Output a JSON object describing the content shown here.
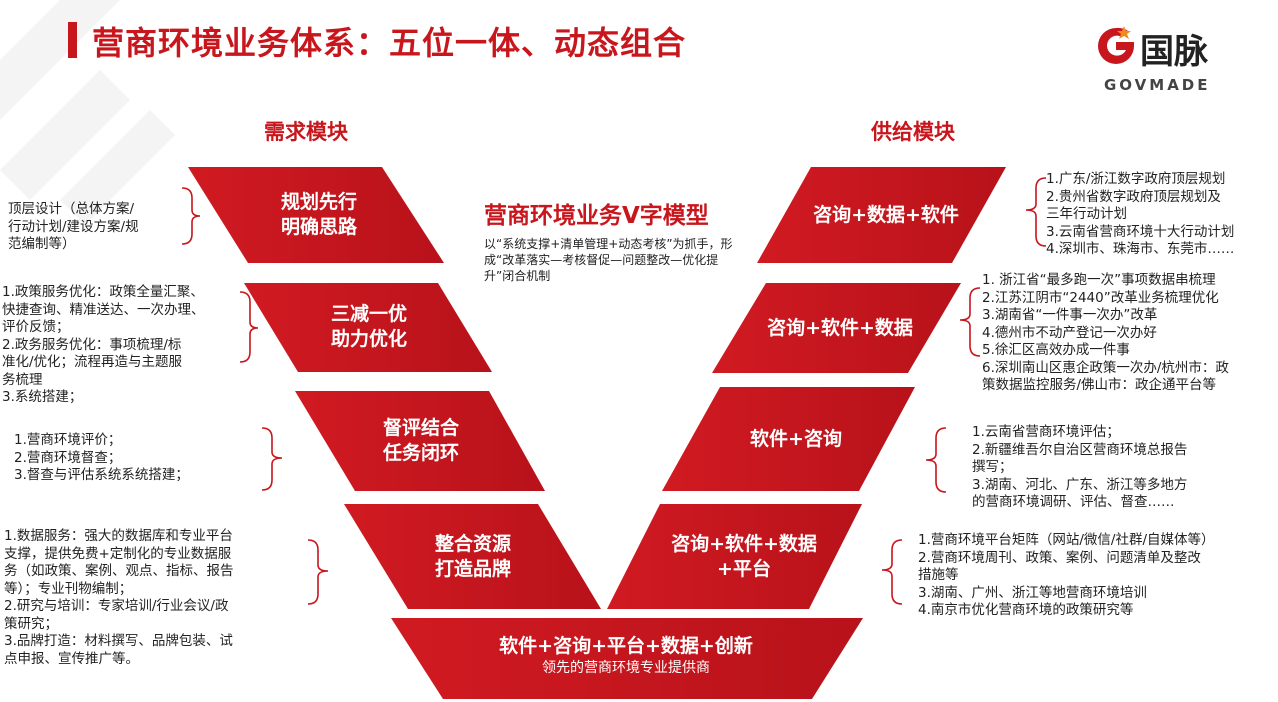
{
  "title": "营商环境业务体系：五位一体、动态组合",
  "logo": {
    "brand": "国脉",
    "sub": "GOVMADE"
  },
  "modules": {
    "demand": "需求模块",
    "supply": "供给模块"
  },
  "model": {
    "title": "营商环境业务V字模型",
    "desc": "以“系统支撑+清单管理+动态考核”为抓手，形成“改革落实—考核督促—问题整改—优化提升”闭合机制"
  },
  "left_segments": [
    {
      "lines": [
        "规划先行",
        "明确思路"
      ]
    },
    {
      "lines": [
        "三减一优",
        "助力优化"
      ]
    },
    {
      "lines": [
        "督评结合",
        "任务闭环"
      ]
    },
    {
      "lines": [
        "整合资源",
        "打造品牌"
      ]
    }
  ],
  "right_segments": [
    {
      "lines": [
        "咨询+数据+软件"
      ]
    },
    {
      "lines": [
        "咨询+软件+数据"
      ]
    },
    {
      "lines": [
        "软件+咨询"
      ]
    },
    {
      "lines": [
        "咨询+软件+数据",
        "+平台"
      ]
    }
  ],
  "bottom": {
    "main": "软件+咨询+平台+数据+创新",
    "sub": "领先的营商环境专业提供商"
  },
  "left_notes": [
    [
      "顶层设计（总体方案/",
      "行动计划/建设方案/规",
      "范编制等）"
    ],
    [
      "1.政策服务优化：政策全量汇聚、",
      "快捷查询、精准送达、一次办理、",
      "评价反馈；",
      "2.政务服务优化：事项梳理/标",
      "准化/优化；流程再造与主题服",
      "务梳理",
      "3.系统搭建；"
    ],
    [
      "1.营商环境评价；",
      "2.营商环境督查；",
      "3.督查与评估系统系统搭建；"
    ],
    [
      "1.数据服务：强大的数据库和专业平台",
      "支撑，提供免费+定制化的专业数据服",
      "务（如政策、案例、观点、指标、报告",
      "等）；专业刊物编制；",
      "2.研究与培训：专家培训/行业会议/政",
      "策研究；",
      "3.品牌打造：材料撰写、品牌包装、试",
      "点申报、宣传推广等。"
    ]
  ],
  "right_notes": [
    [
      "1.广东/浙江数字政府顶层规划",
      "2.贵州省数字政府顶层规划及",
      "三年行动计划",
      "3.云南省营商环境十大行动计划",
      "4.深圳市、珠海市、东莞市……"
    ],
    [
      "1. 浙江省“最多跑一次”事项数据串梳理",
      "2.江苏江阴市“2440”改革业务梳理优化",
      "3.湖南省“一件事一次办”改革",
      "4.德州市不动产登记一次办好",
      "5.徐汇区高效办成一件事",
      "6.深圳南山区惠企政策一次办/杭州市：政",
      "策数据监控服务/佛山市：政企通平台等"
    ],
    [
      "1.云南省营商环境评估；",
      "2.新疆维吾尔自治区营商环境总报告",
      "撰写；",
      "3.湖南、河北、广东、浙江等多地方",
      "的营商环境调研、评估、督查……"
    ],
    [
      "1.营商环境平台矩阵（网站/微信/社群/自媒体等）",
      "2.营商环境周刊、政策、案例、问题清单及整改",
      "措施等",
      "3.湖南、广州、浙江等地营商环境培训",
      "4.南京市优化营商环境的政策研究等"
    ]
  ],
  "colors": {
    "accent": "#c8161d",
    "logo_orange": "#f08a1c"
  }
}
